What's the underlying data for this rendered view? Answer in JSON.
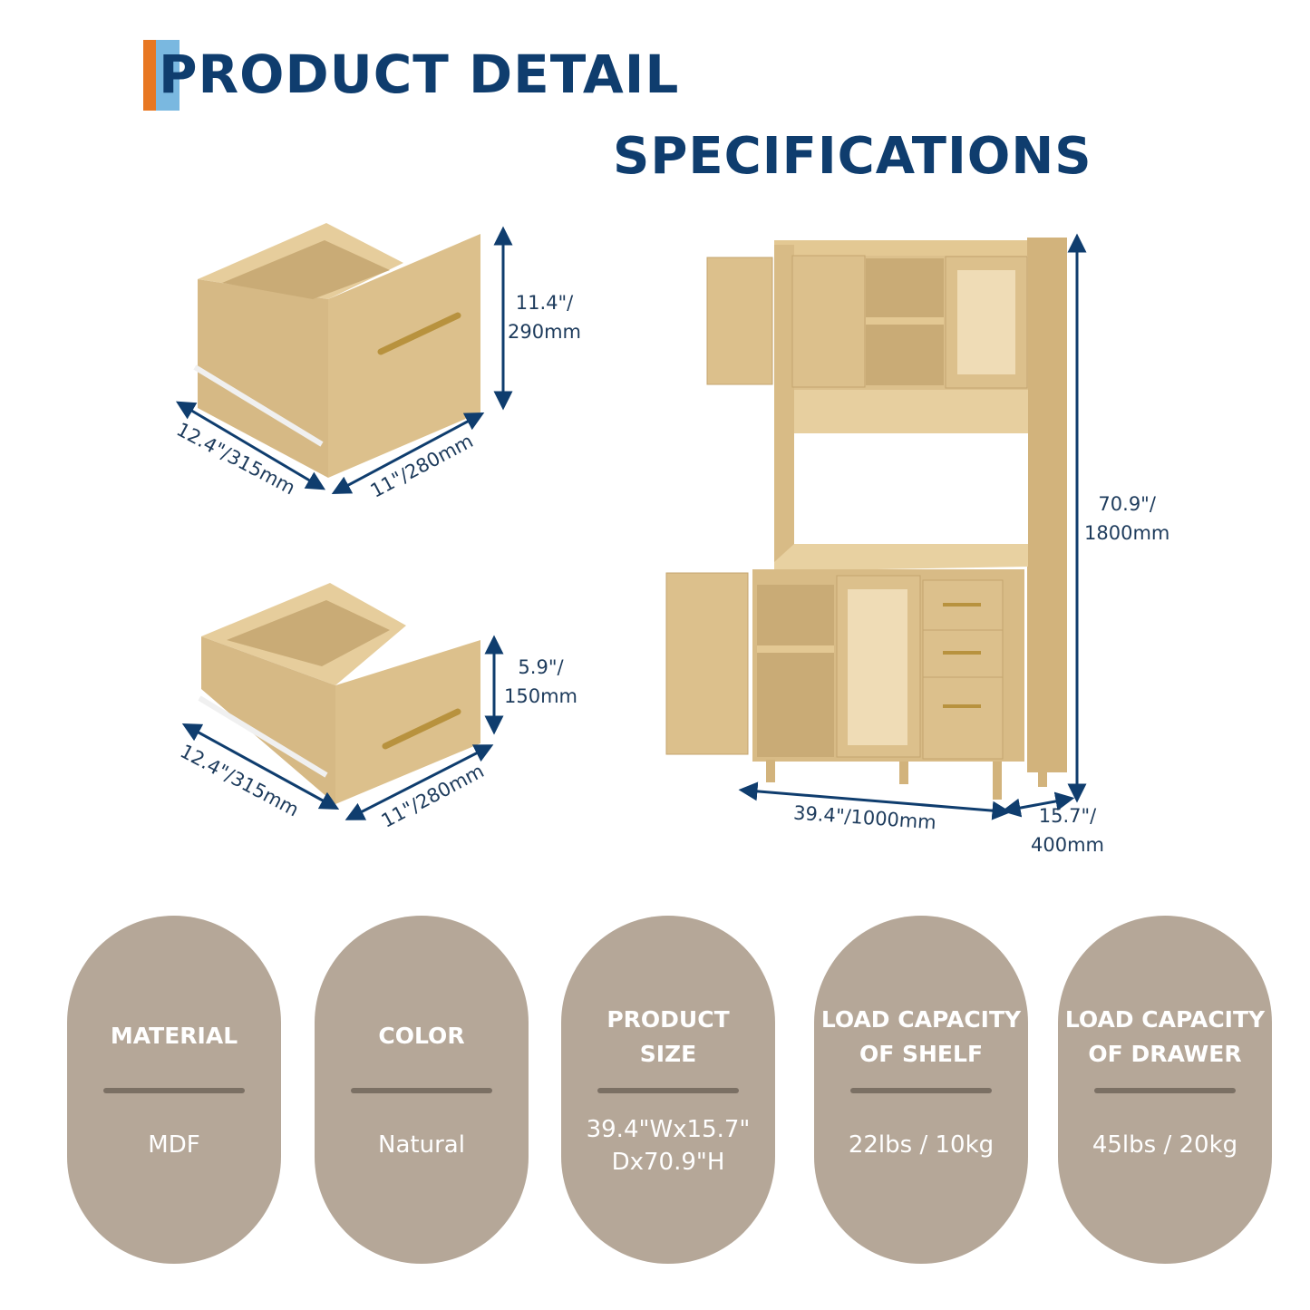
{
  "header": {
    "title": "PRODUCT DETAIL",
    "subtitle": "SPECIFICATIONS"
  },
  "dimensions": {
    "drawer_large_height": "11.4\"/\n290mm",
    "drawer_large_depth": "12.4\"/315mm",
    "drawer_large_width": "11\"/280mm",
    "drawer_small_height": "5.9\"/\n150mm",
    "drawer_small_depth": "12.4\"/315mm",
    "drawer_small_width": "11\"/280mm",
    "cabinet_height": "70.9\"/\n1800mm",
    "cabinet_width": "39.4\"/1000mm",
    "cabinet_depth": "15.7\"/\n400mm"
  },
  "specs": [
    {
      "label": "MATERIAL",
      "value": "MDF"
    },
    {
      "label": "COLOR",
      "value": "Natural"
    },
    {
      "label": "PRODUCT\nSIZE",
      "value": "39.4\"Wx15.7\"\nDx70.9\"H"
    },
    {
      "label": "LOAD CAPACITY\nOF SHELF",
      "value": "22lbs / 10kg"
    },
    {
      "label": "LOAD CAPACITY\nOF DRAWER",
      "value": "45lbs / 20kg"
    }
  ],
  "colors": {
    "navy": "#0f3d6e",
    "pill": "#b5a798",
    "wood": "#dcc08c",
    "accent_orange": "#e87722",
    "accent_blue": "#7ab8e0"
  }
}
